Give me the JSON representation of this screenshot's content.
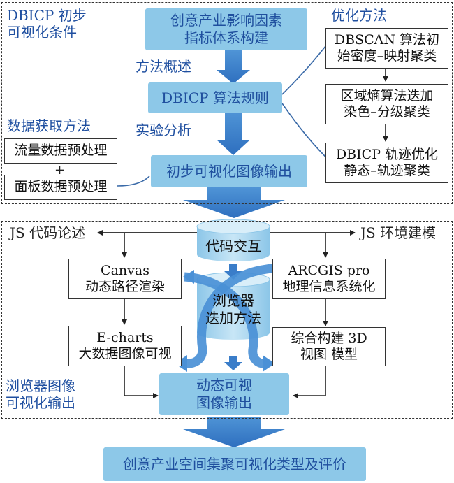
{
  "top": {
    "corner_label": "DBICP 初步\n可视化条件",
    "box_index": "创意产业影响因素\n指标体系构建",
    "label_method": "方法概述",
    "box_rule": "DBICP 算法规则",
    "label_experiment": "实验分析",
    "box_output": "初步可视化图像输出",
    "label_optimize": "优化方法",
    "opt_boxes": [
      "DBSCAN 算法初\n始密度–映射聚类",
      "区域熵算法迭加\n染色–分级聚类",
      "DBICP 轨迹优化\n静态–轨迹聚类"
    ],
    "label_data": "数据获取方法",
    "data_box1": "流量数据预处理",
    "plus": "+",
    "data_box2": "面板数据预处理"
  },
  "bottom": {
    "js_left": "JS 代码论述",
    "js_right": "JS 环境建模",
    "cyl_top": "代码交互",
    "cyl_bottom": "浏览器\n迭加方法",
    "canvas": "Canvas\n动态路径渲染",
    "echarts": "E-charts\n大数据图像可视",
    "arcgis": "ARCGIS pro\n地理信息系统化",
    "model3d": "综合构建 3D\n视图 模型",
    "dyn_output": "动态可视\n图像输出",
    "corner_label": "浏览器图像\n可视化输出"
  },
  "final": "创意产业空间集聚可视化类型及评价",
  "colors": {
    "box_fill": "#8dc8e8",
    "box_text": "#1f4f9e",
    "arrow": "#3a7dc9"
  }
}
